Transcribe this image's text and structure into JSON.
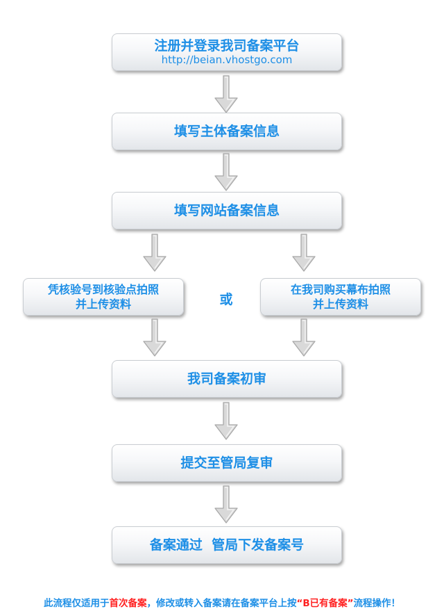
{
  "steps": {
    "register_title": "注册并登录我司备案平台",
    "register_url": "http://beian.vhostgo.com",
    "subject_info": "填写主体备案信息",
    "site_info": "填写网站备案信息",
    "option_left_line1": "凭核验号到核验点拍照",
    "option_left_line2": "并上传资料",
    "or_label": "或",
    "option_right_line1": "在我司购买幕布拍照",
    "option_right_line2": "并上传资料",
    "initial_review": "我司备案初审",
    "submit_review": "提交至管局复审",
    "approved": "备案通过  管局下发备案号"
  },
  "footer": {
    "part1": "此流程仅适用于",
    "part2": "首次备案",
    "part3": "，修改或转入备案请在备案平台上按",
    "part4": "“",
    "part5": "B已有备案",
    "part6": "”",
    "part7": "流程操作！"
  },
  "colors": {
    "accent": "#1e8fe6",
    "highlight": "#ff2020",
    "arrow": "#d9d9d9"
  },
  "icons": [
    "down-arrow-icon"
  ]
}
